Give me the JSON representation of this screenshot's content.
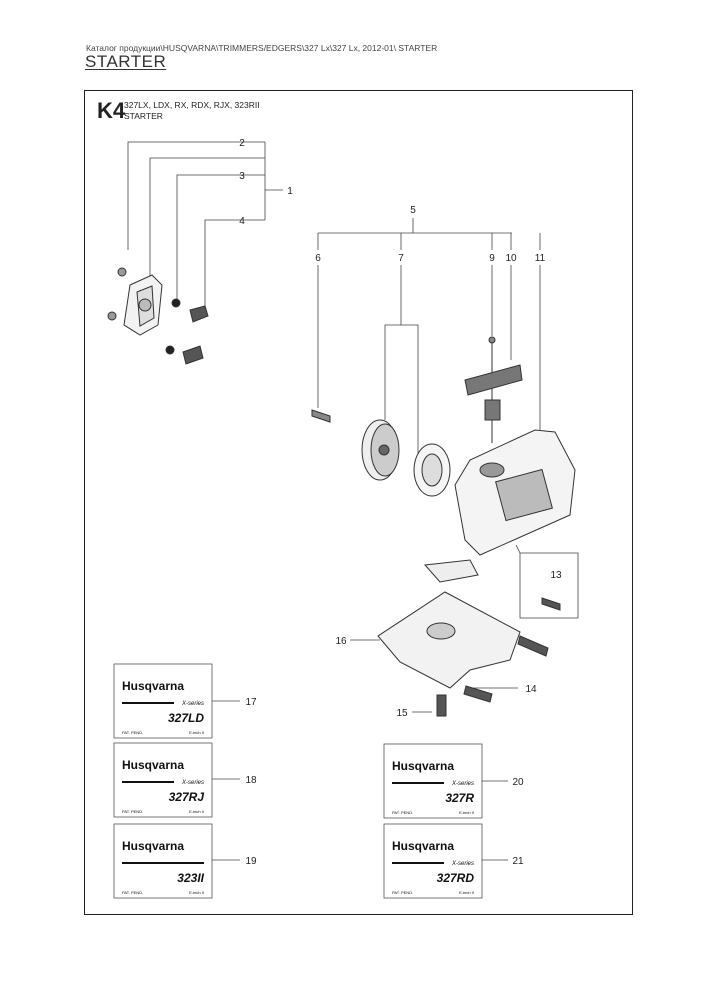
{
  "breadcrumb": "Каталог продукции\\HUSQVARNA\\TRIMMERS/EDGERS\\327 Lx\\327 Lx, 2012-01\\ STARTER",
  "page_title": "STARTER",
  "section": {
    "code": "K4",
    "models": "327LX, LDX, RX, RDX, RJX, 323RII",
    "name": "STARTER"
  },
  "callouts": {
    "c1": "1",
    "c2": "2",
    "c3": "3",
    "c4": "4",
    "c5": "5",
    "c6": "6",
    "c7": "7",
    "c9": "9",
    "c10": "10",
    "c11": "11",
    "c13": "13",
    "c14": "14",
    "c15": "15",
    "c16": "16",
    "c17": "17",
    "c18": "18",
    "c19": "19",
    "c20": "20",
    "c21": "21"
  },
  "decals": {
    "brand": "Husqvarna",
    "series": "X-series",
    "footer_left": "PAT. PEND.",
    "footer_right": "E-tech II",
    "d17": "327LD",
    "d18": "327RJ",
    "d19": "323II",
    "d20": "327R",
    "d21": "327RD"
  },
  "colors": {
    "line": "#333333",
    "text": "#222222"
  }
}
